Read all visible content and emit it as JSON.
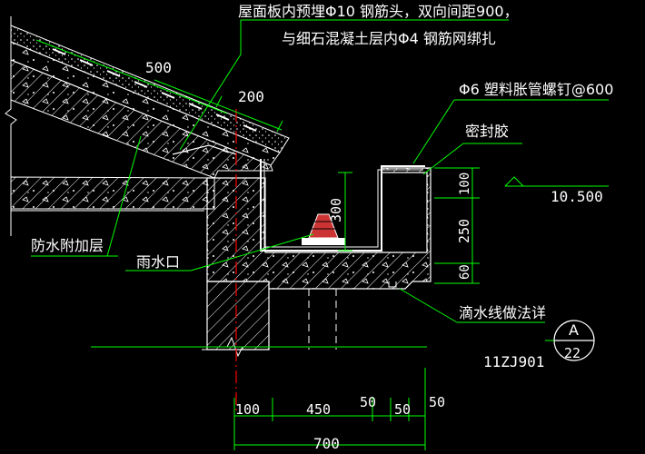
{
  "notes": {
    "top_line1": "屋面板内预埋Φ10 钢筋头，双向间距900，",
    "top_line2": "与细石混凝土层内Φ4 钢筋网绑扎",
    "screw": "Φ6 塑料胀管螺钉@600",
    "sealant": "密封胶",
    "waterproof_layer": "防水附加层",
    "rain_outlet": "雨水口",
    "drip_detail": "滴水线做法详"
  },
  "dims": {
    "slope_500": "500",
    "slope_200": "200",
    "h_300": "300",
    "v_100": "100",
    "v_250": "250",
    "v_60": "60",
    "elev": "10.500",
    "b_100": "100",
    "b_450": "450",
    "b_50a": "50",
    "b_50b": "50",
    "b_50c": "50",
    "b_700": "700"
  },
  "ref": {
    "mark": "A",
    "page": "22",
    "atlas": "11ZJ901"
  },
  "colors": {
    "background": "#000000",
    "line": "#ffffff",
    "leader": "#00ff00",
    "axis": "#ff0000",
    "hatch": "#ffffff"
  }
}
